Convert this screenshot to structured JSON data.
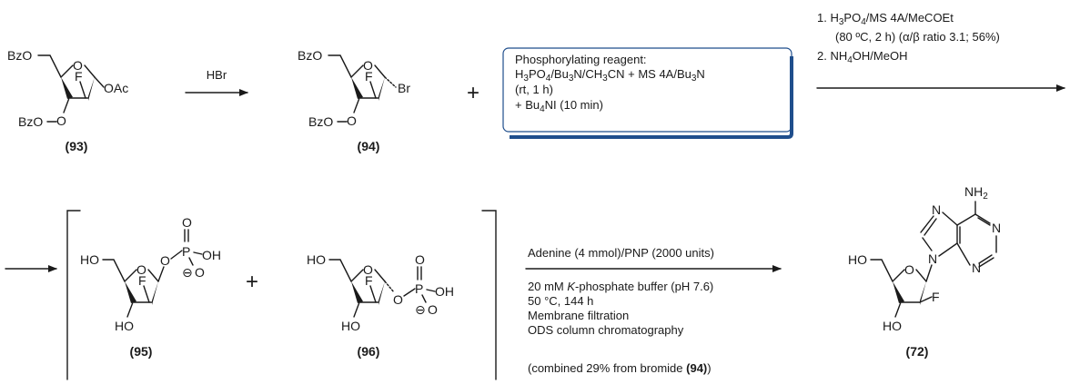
{
  "compounds": {
    "c93": "(93)",
    "c94": "(94)",
    "c95": "(95)",
    "c96": "(96)",
    "c72": "(72)"
  },
  "atoms": {
    "bzo": "BzO",
    "o": "O",
    "f": "F",
    "oac": "OAc",
    "br": "Br",
    "ho": "HO",
    "p": "P",
    "oh": "OH",
    "minus": "⊖",
    "n": "N",
    "nh2": "NH",
    "two": "2"
  },
  "step1": {
    "reagent": "HBr"
  },
  "plus": "+",
  "reagent_box": {
    "title": "Phosphorylating reagent:",
    "line2_parts": [
      "H",
      "3",
      "PO",
      "4",
      "/Bu",
      "3",
      "N/CH",
      "3",
      "CN + MS 4A/Bu",
      "3",
      "N"
    ],
    "line3": "(rt, 1 h)",
    "line4_parts": [
      "+ Bu",
      "4",
      "NI (10 min)"
    ]
  },
  "step2": {
    "line1_parts": [
      "1. H",
      "3",
      "PO",
      "4",
      "/MS 4A/MeCOEt"
    ],
    "line2": "(80 ºC, 2 h) (α/β ratio 3.1; 56%)",
    "line3_parts": [
      "2. NH",
      "4",
      "OH/MeOH"
    ]
  },
  "step3": {
    "above": "Adenine (4 mmol)/PNP (2000 units)",
    "line1_pre": "20 mM ",
    "line1_italic": "K",
    "line1_post": "-phosphate buffer (pH 7.6)",
    "line2": "50 °C, 144 h",
    "line3": "Membrane filtration",
    "line4": "ODS column chromatography",
    "line5_pre": "(combined 29% from bromide ",
    "line5_bold": "(94)",
    "line5_post": ")"
  },
  "colors": {
    "box_border": "#1f4e8c",
    "ink": "#1a1a1a"
  }
}
